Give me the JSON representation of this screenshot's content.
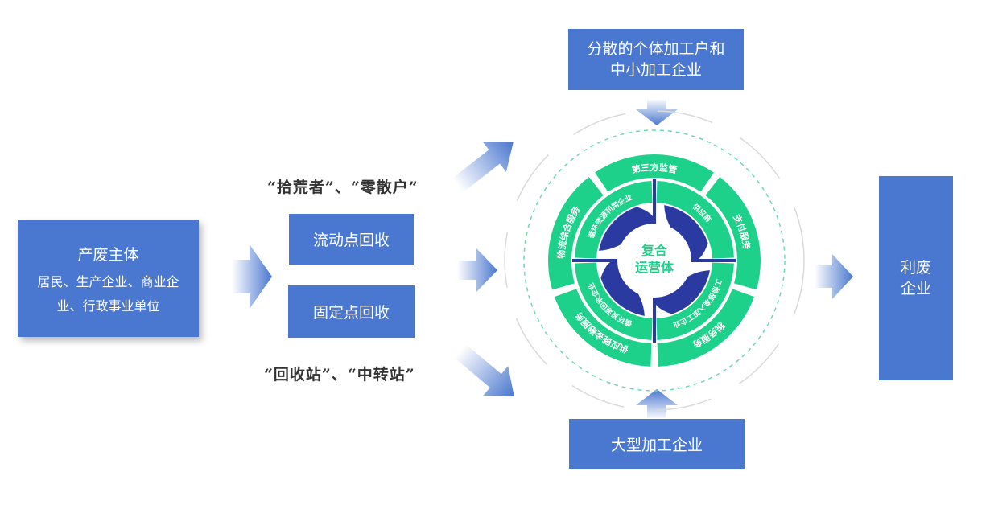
{
  "producer": {
    "title": "产废主体",
    "line1": "居民、生产企业、商业企",
    "line2": "业、行政事业单位"
  },
  "mobile_point": "流动点回收",
  "fixed_point": "固定点回收",
  "mobile_note": "“拾荒者”、“零散户”",
  "fixed_note": "“回收站”、“中转站”",
  "top_box": {
    "line1": "分散的个体加工户和",
    "line2": "中小加工企业"
  },
  "bottom_box": "大型加工企业",
  "recycler": {
    "line1": "利废",
    "line2": "企业"
  },
  "hub": {
    "center_line1": "复合",
    "center_line2": "运营体",
    "outer_segments": [
      "第三方监管",
      "支付服务",
      "税务服务",
      "供应链金融服务",
      "物流综合服务"
    ],
    "inner_segments": [
      "循环资源利用企业",
      "供应商",
      "工信部准入加工企业",
      "循环资源回收企业"
    ]
  },
  "colors": {
    "box_blue": "#4a77cf",
    "ring_green": "#1dd18a",
    "petal_navy": "#2b3aa0",
    "arrow_blue": "#4a77cf"
  }
}
